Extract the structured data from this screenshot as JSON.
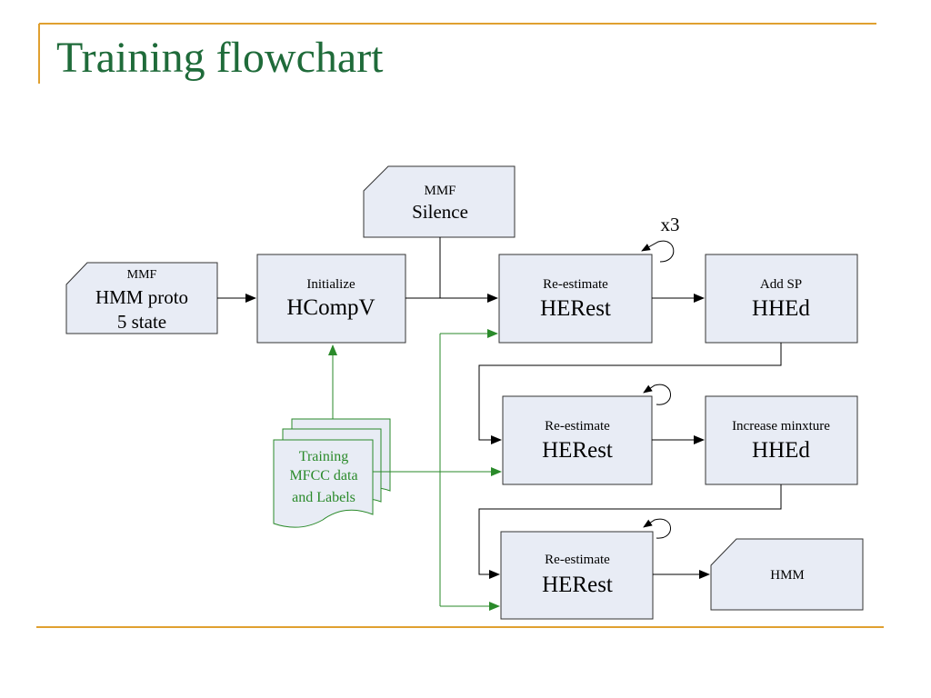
{
  "slide": {
    "title": "Training flowchart",
    "colors": {
      "title": "#1f6b3a",
      "rule": "#e0a030",
      "box_fill": "#e8ecf5",
      "green": "#2a8a2a"
    }
  },
  "nodes": {
    "mmf_proto": {
      "small": "MMF",
      "line1": "HMM proto",
      "line2": "5 state"
    },
    "initialize": {
      "small": "Initialize",
      "big": "HCompV"
    },
    "mmf_silence": {
      "small": "MMF",
      "big": "Silence"
    },
    "reestimate1": {
      "small": "Re-estimate",
      "big": "HERest"
    },
    "add_sp": {
      "small": "Add SP",
      "big": "HHEd"
    },
    "reestimate2": {
      "small": "Re-estimate",
      "big": "HERest"
    },
    "increase_mix": {
      "small": "Increase minxture",
      "big": "HHEd"
    },
    "reestimate3": {
      "small": "Re-estimate",
      "big": "HERest"
    },
    "hmm_out": {
      "label": "HMM"
    },
    "training_data": {
      "line1": "Training",
      "line2": "MFCC data",
      "line3": "and Labels"
    }
  },
  "loop_label": "x3"
}
